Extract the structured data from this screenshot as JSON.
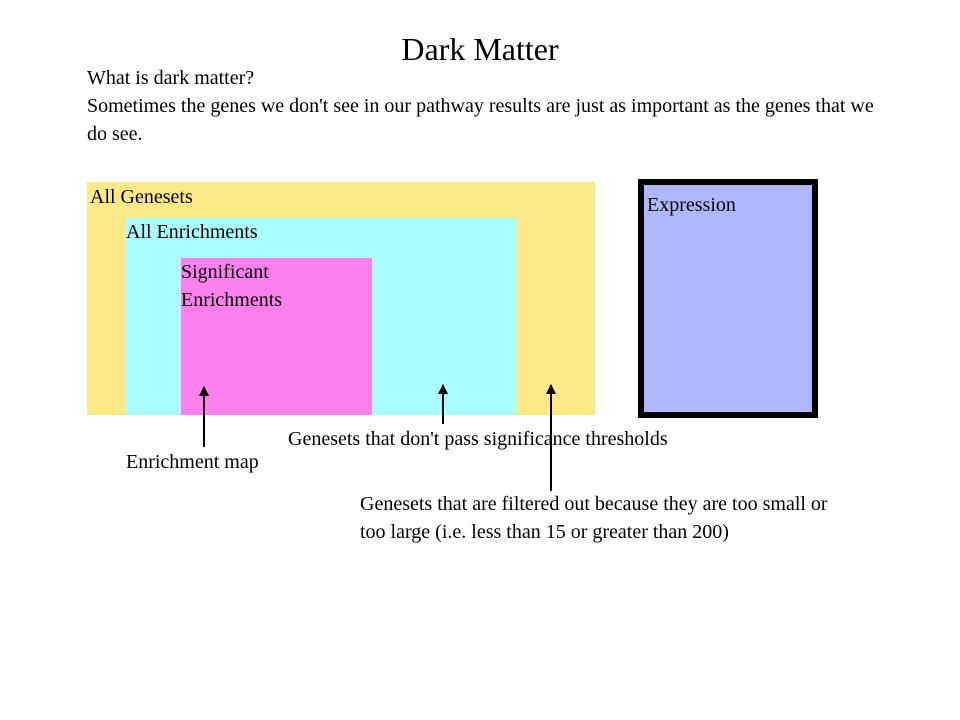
{
  "title": "Dark Matter",
  "intro": {
    "question": "What is dark matter?",
    "text": "Sometimes the genes we don't see in our pathway results are just as important as the genes that we do see."
  },
  "diagram": {
    "all_genesets": {
      "label": "All Genesets",
      "color": "#fee987"
    },
    "all_enrichments": {
      "label": "All Enrichments",
      "color": "#a9fdfd"
    },
    "significant_enrichments": {
      "label": "Significant Enrichments",
      "color": "#fd80ee"
    },
    "expression": {
      "label": "Expression",
      "color": "#b0b8fd",
      "border_color": "#000000"
    }
  },
  "annotations": {
    "enrichment_map": "Enrichment map",
    "not_significant": "Genesets that don't pass significance thresholds",
    "filtered_out": "Genesets that are filtered out because they are too small or too large (i.e. less than 15 or greater than 200)"
  }
}
